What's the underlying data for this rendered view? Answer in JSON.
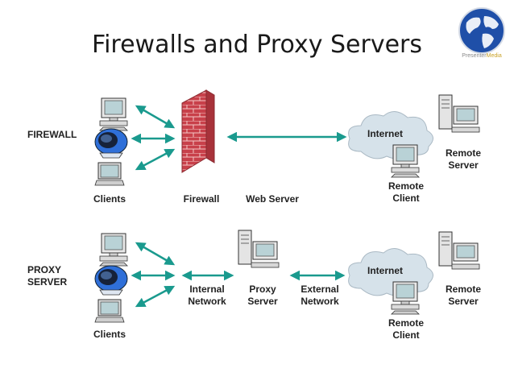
{
  "slide": {
    "title": "Firewalls and Proxy Servers"
  },
  "logo": {
    "text_a": "Presenter",
    "text_b": "Media"
  },
  "firewall_section": {
    "heading": "FIREWALL",
    "clients_label": "Clients",
    "firewall_label": "Firewall",
    "web_server_label": "Web Server",
    "internet_label": "Internet",
    "remote_client_label_1": "Remote",
    "remote_client_label_2": "Client",
    "remote_server_label_1": "Remote",
    "remote_server_label_2": "Server"
  },
  "proxy_section": {
    "heading_1": "PROXY",
    "heading_2": "SERVER",
    "clients_label": "Clients",
    "internal_network_1": "Internal",
    "internal_network_2": "Network",
    "proxy_server_1": "Proxy",
    "proxy_server_2": "Server",
    "external_network_1": "External",
    "external_network_2": "Network",
    "internet_label": "Internet",
    "remote_client_label_1": "Remote",
    "remote_client_label_2": "Client",
    "remote_server_label_1": "Remote",
    "remote_server_label_2": "Server"
  },
  "colors": {
    "arrow": "#1a9a8e",
    "brick": "#c8404a",
    "cloud": "#d6e2ea",
    "monitor_screen": "#b9d2d6"
  }
}
